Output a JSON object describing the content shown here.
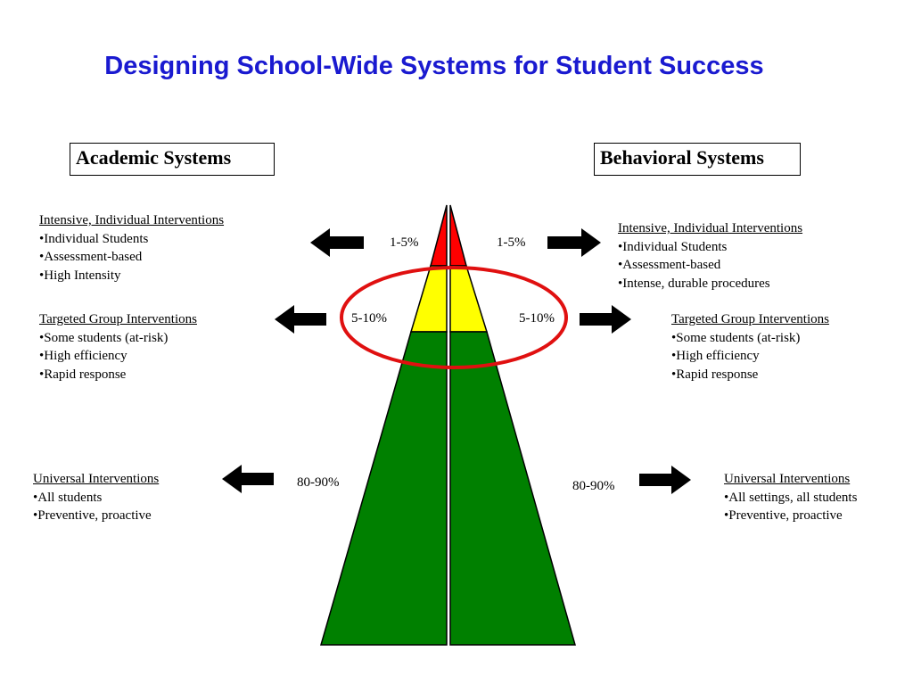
{
  "title": "Designing School-Wide Systems for Student Success",
  "academic": {
    "label": "Academic Systems",
    "tiers": [
      {
        "heading": "Intensive, Individual Interventions",
        "bullets": [
          "•Individual Students",
          "•Assessment-based",
          "•High Intensity"
        ],
        "percent": "1-5%"
      },
      {
        "heading": "Targeted Group Interventions",
        "bullets": [
          "•Some students (at-risk)",
          "•High efficiency",
          "•Rapid response"
        ],
        "percent": "5-10%"
      },
      {
        "heading": "Universal Interventions",
        "bullets": [
          "•All students",
          "•Preventive,  proactive"
        ],
        "percent": "80-90%"
      }
    ]
  },
  "behavioral": {
    "label": "Behavioral Systems",
    "tiers": [
      {
        "heading": "Intensive, Individual Interventions",
        "bullets": [
          "•Individual Students",
          "•Assessment-based",
          "•Intense, durable procedures"
        ],
        "percent": "1-5%"
      },
      {
        "heading": "Targeted Group Interventions",
        "bullets": [
          "•Some students (at-risk)",
          "•High efficiency",
          "•Rapid response"
        ],
        "percent": "5-10%"
      },
      {
        "heading": "Universal Interventions",
        "bullets": [
          "•All settings, all students",
          "•Preventive,  proactive"
        ],
        "percent": "80-90%"
      }
    ]
  },
  "colors": {
    "title": "#1a1ad0",
    "tier_intensive": "#ff0000",
    "tier_targeted": "#ffff00",
    "tier_universal": "#008000",
    "highlight_ellipse": "#e01010"
  }
}
